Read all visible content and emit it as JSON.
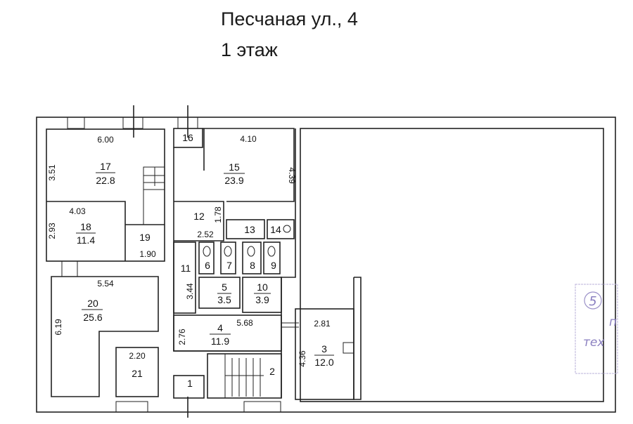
{
  "title": {
    "address": "Песчаная ул., 4",
    "floor": "1 этаж"
  },
  "rooms": {
    "r1": {
      "num": "1"
    },
    "r2": {
      "num": "2"
    },
    "r3": {
      "num": "3",
      "area": "12.0",
      "w": "2.81",
      "h": "4.36"
    },
    "r4": {
      "num": "4",
      "area": "11.9",
      "w": "5.68",
      "h": "2.76"
    },
    "r5": {
      "num": "5",
      "area": "3.5"
    },
    "r6": {
      "num": "6"
    },
    "r7": {
      "num": "7"
    },
    "r8": {
      "num": "8"
    },
    "r9": {
      "num": "9"
    },
    "r10": {
      "num": "10",
      "area": "3.9"
    },
    "r11": {
      "num": "11",
      "h": "3.44"
    },
    "r12": {
      "num": "12",
      "w": "2.52",
      "h": "1.78"
    },
    "r13": {
      "num": "13"
    },
    "r14": {
      "num": "14"
    },
    "r15": {
      "num": "15",
      "area": "23.9",
      "w": "4.10",
      "h": "4.39"
    },
    "r16": {
      "num": "16"
    },
    "r17": {
      "num": "17",
      "area": "22.8",
      "w": "6.00",
      "h": "3.51"
    },
    "r18": {
      "num": "18",
      "area": "11.4",
      "w": "4.03",
      "h": "2.93"
    },
    "r19": {
      "num": "19",
      "w": "1.90"
    },
    "r20": {
      "num": "20",
      "area": "25.6",
      "w": "5.54",
      "h": "6.19"
    },
    "r21": {
      "num": "21",
      "w": "2.20"
    }
  },
  "stamp": {
    "number": "5",
    "line1": "п",
    "line2": "тех"
  }
}
